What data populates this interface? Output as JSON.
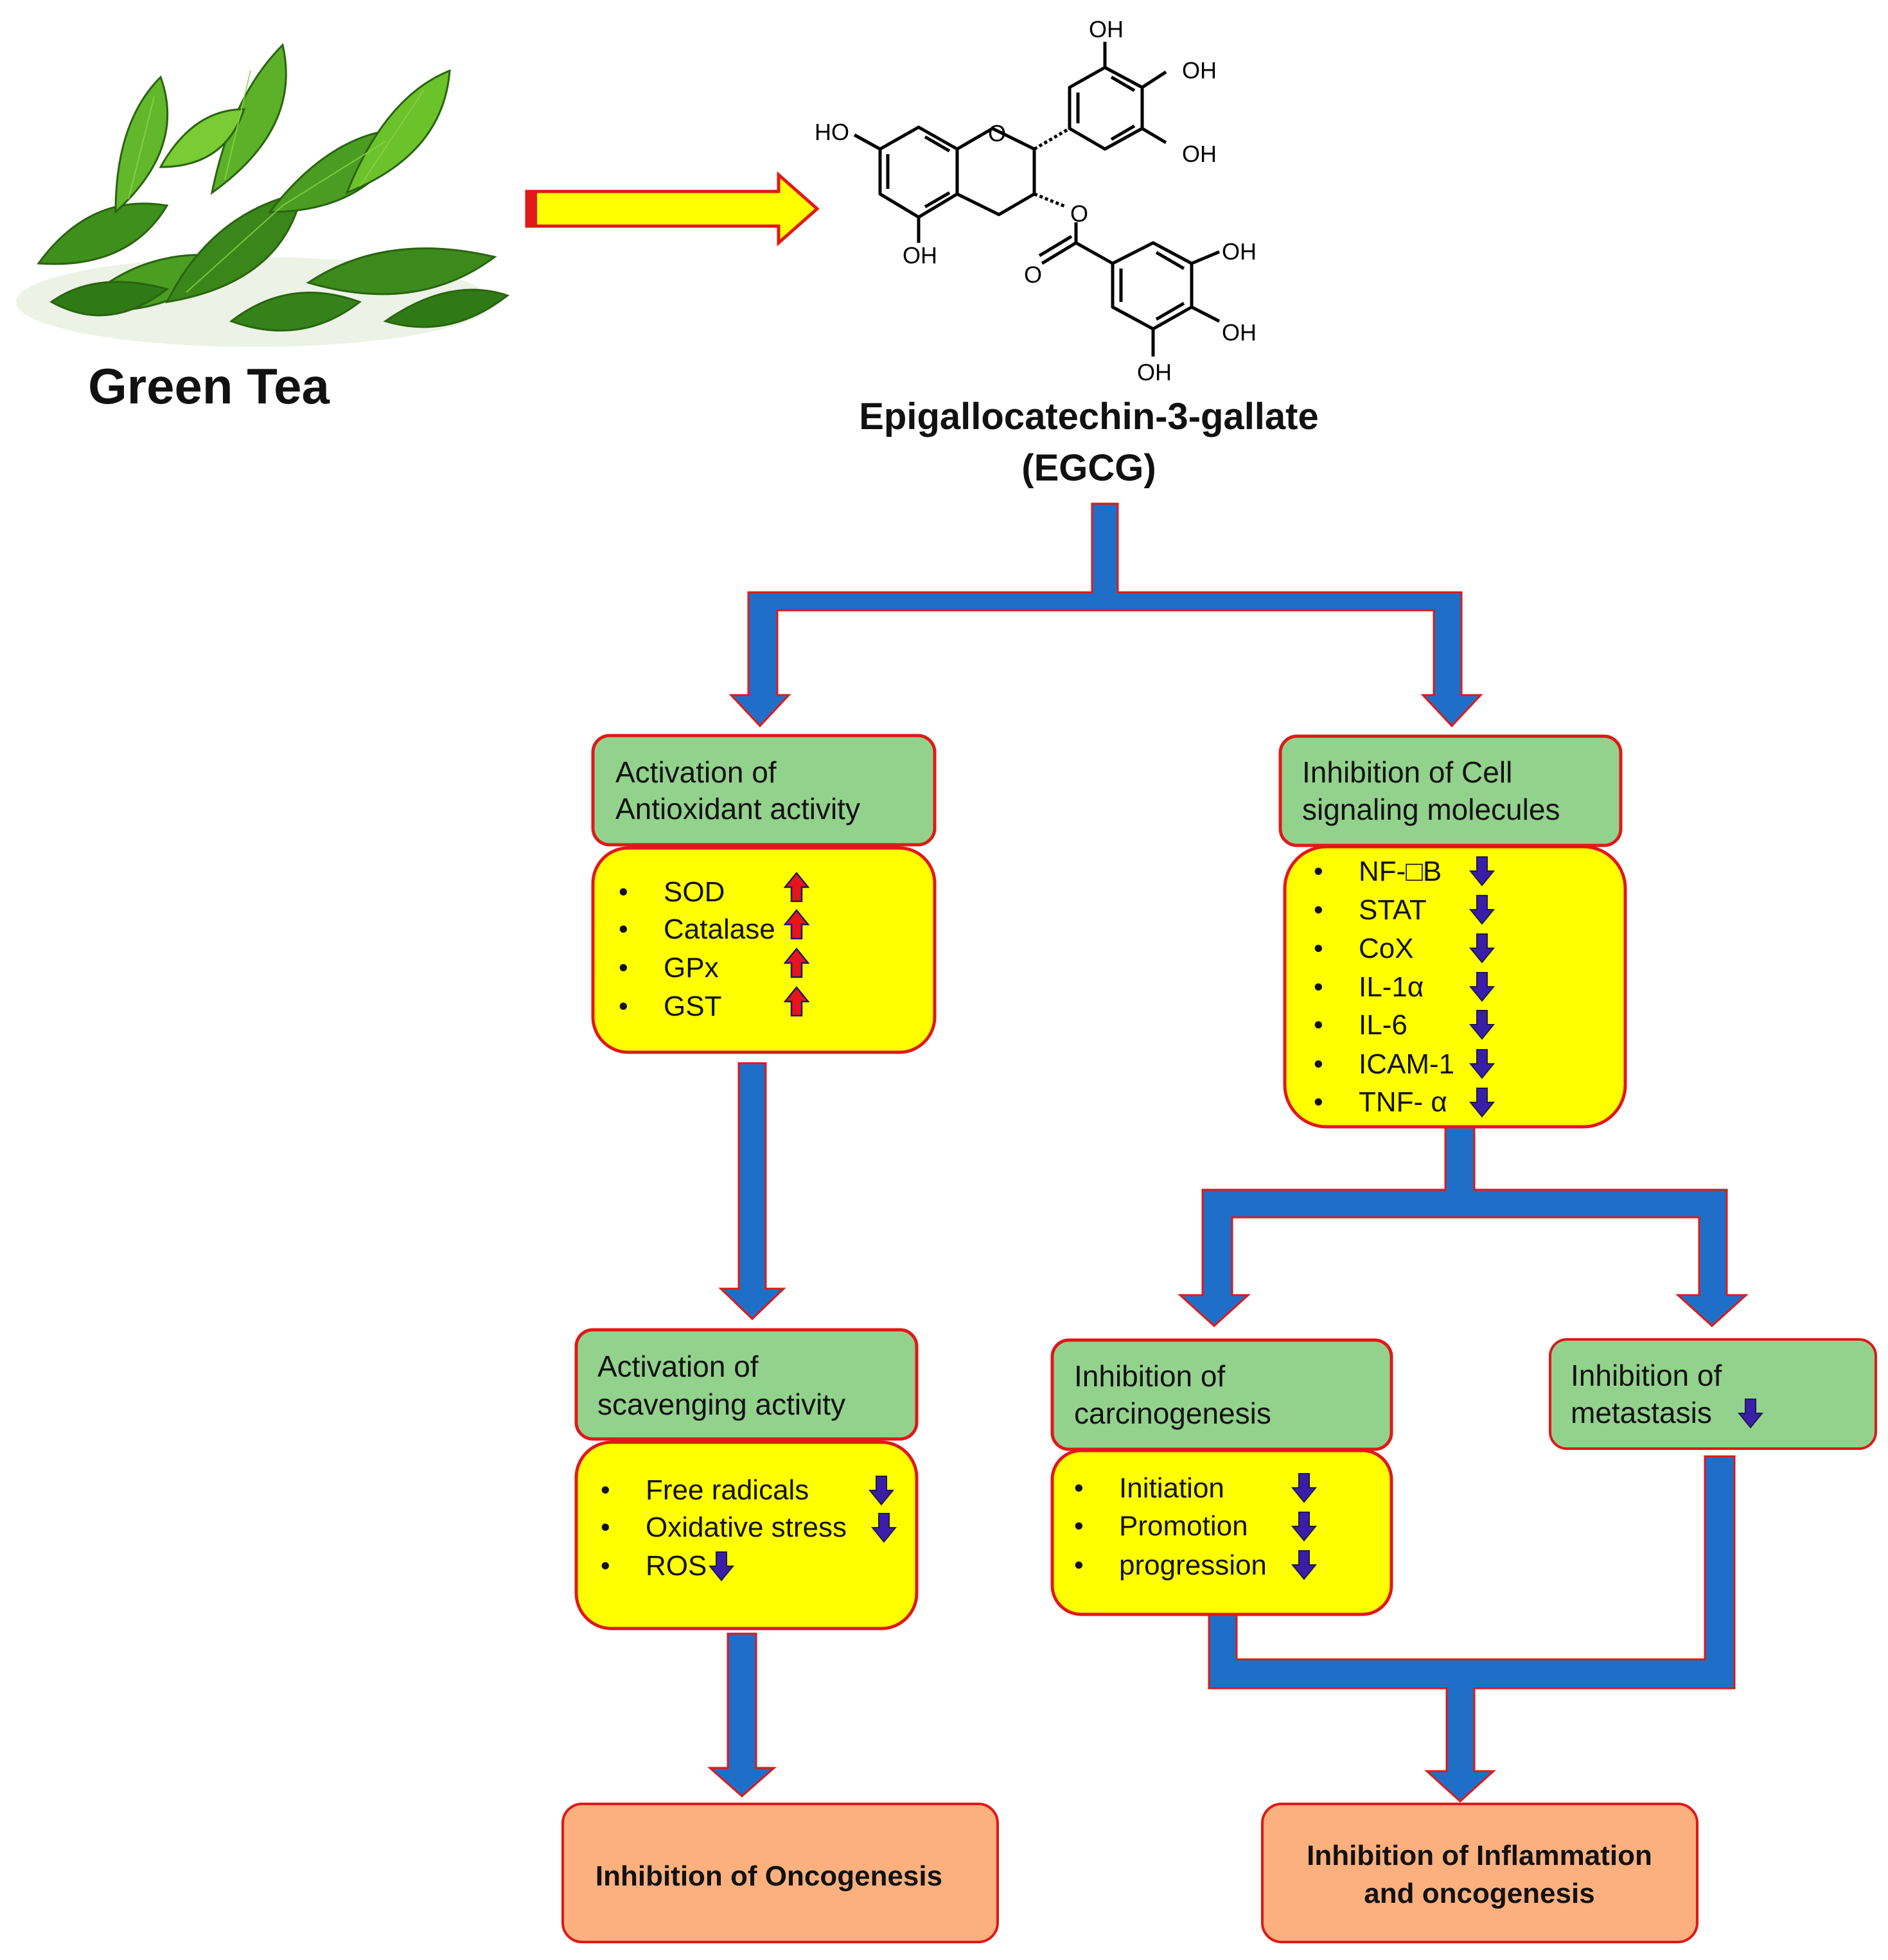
{
  "colors": {
    "flow_arrow": "#1f6fc8",
    "box_border": "#e01818",
    "header_fill": "#93d28c",
    "list_fill": "#ffff00",
    "outcome_fill": "#fbb07e",
    "up_arrow": "#e8131b",
    "down_arrow": "#3b1ea8",
    "leaf_dark": "#2f7a14",
    "leaf_light": "#6cc22a",
    "yellow_arrow": "#ffff00"
  },
  "source": {
    "label": "Green Tea",
    "image_icon": "green-tea-leaves-icon"
  },
  "compound": {
    "name": "Epigallocatechin-3-gallate",
    "abbrev": "(EGCG)",
    "atoms": [
      "OH",
      "OH",
      "OH",
      "HO",
      "O",
      "O",
      "O",
      "OH",
      "OH",
      "OH",
      "OH"
    ],
    "structure_icon": "egcg-structure-icon"
  },
  "antioxidant": {
    "title_line1": "Activation of",
    "title_line2": "Antioxidant activity",
    "items": [
      {
        "label": "SOD",
        "effect": "up"
      },
      {
        "label": "Catalase",
        "effect": "up"
      },
      {
        "label": "GPx",
        "effect": "up"
      },
      {
        "label": "GST",
        "effect": "up"
      }
    ]
  },
  "signaling": {
    "title_line1": "Inhibition of Cell",
    "title_line2": "signaling molecules",
    "items": [
      {
        "label": "NF-□B",
        "effect": "down"
      },
      {
        "label": "STAT",
        "effect": "down"
      },
      {
        "label": "CoX",
        "effect": "down"
      },
      {
        "label": "IL-1α",
        "effect": "down"
      },
      {
        "label": "IL-6",
        "effect": "down"
      },
      {
        "label": "ICAM-1",
        "effect": "down"
      },
      {
        "label": "TNF- α",
        "effect": "down"
      }
    ]
  },
  "scavenging": {
    "title_line1": "Activation of",
    "title_line2": "scavenging activity",
    "items": [
      {
        "label": "Free radicals",
        "effect": "down"
      },
      {
        "label": "Oxidative stress",
        "effect": "down"
      },
      {
        "label": "ROS",
        "effect": "down"
      }
    ]
  },
  "carcinogenesis": {
    "title_line1": "Inhibition of",
    "title_line2": "carcinogenesis",
    "items": [
      {
        "label": "Initiation",
        "effect": "down"
      },
      {
        "label": "Promotion",
        "effect": "down"
      },
      {
        "label": "progression",
        "effect": "down"
      }
    ]
  },
  "metastasis": {
    "title_line1": "Inhibition of",
    "title_line2": "metastasis",
    "effect": "down"
  },
  "outcome_left": {
    "label": "Inhibition of Oncogenesis"
  },
  "outcome_right": {
    "line1": "Inhibition of Inflammation",
    "line2": "and oncogenesis"
  }
}
